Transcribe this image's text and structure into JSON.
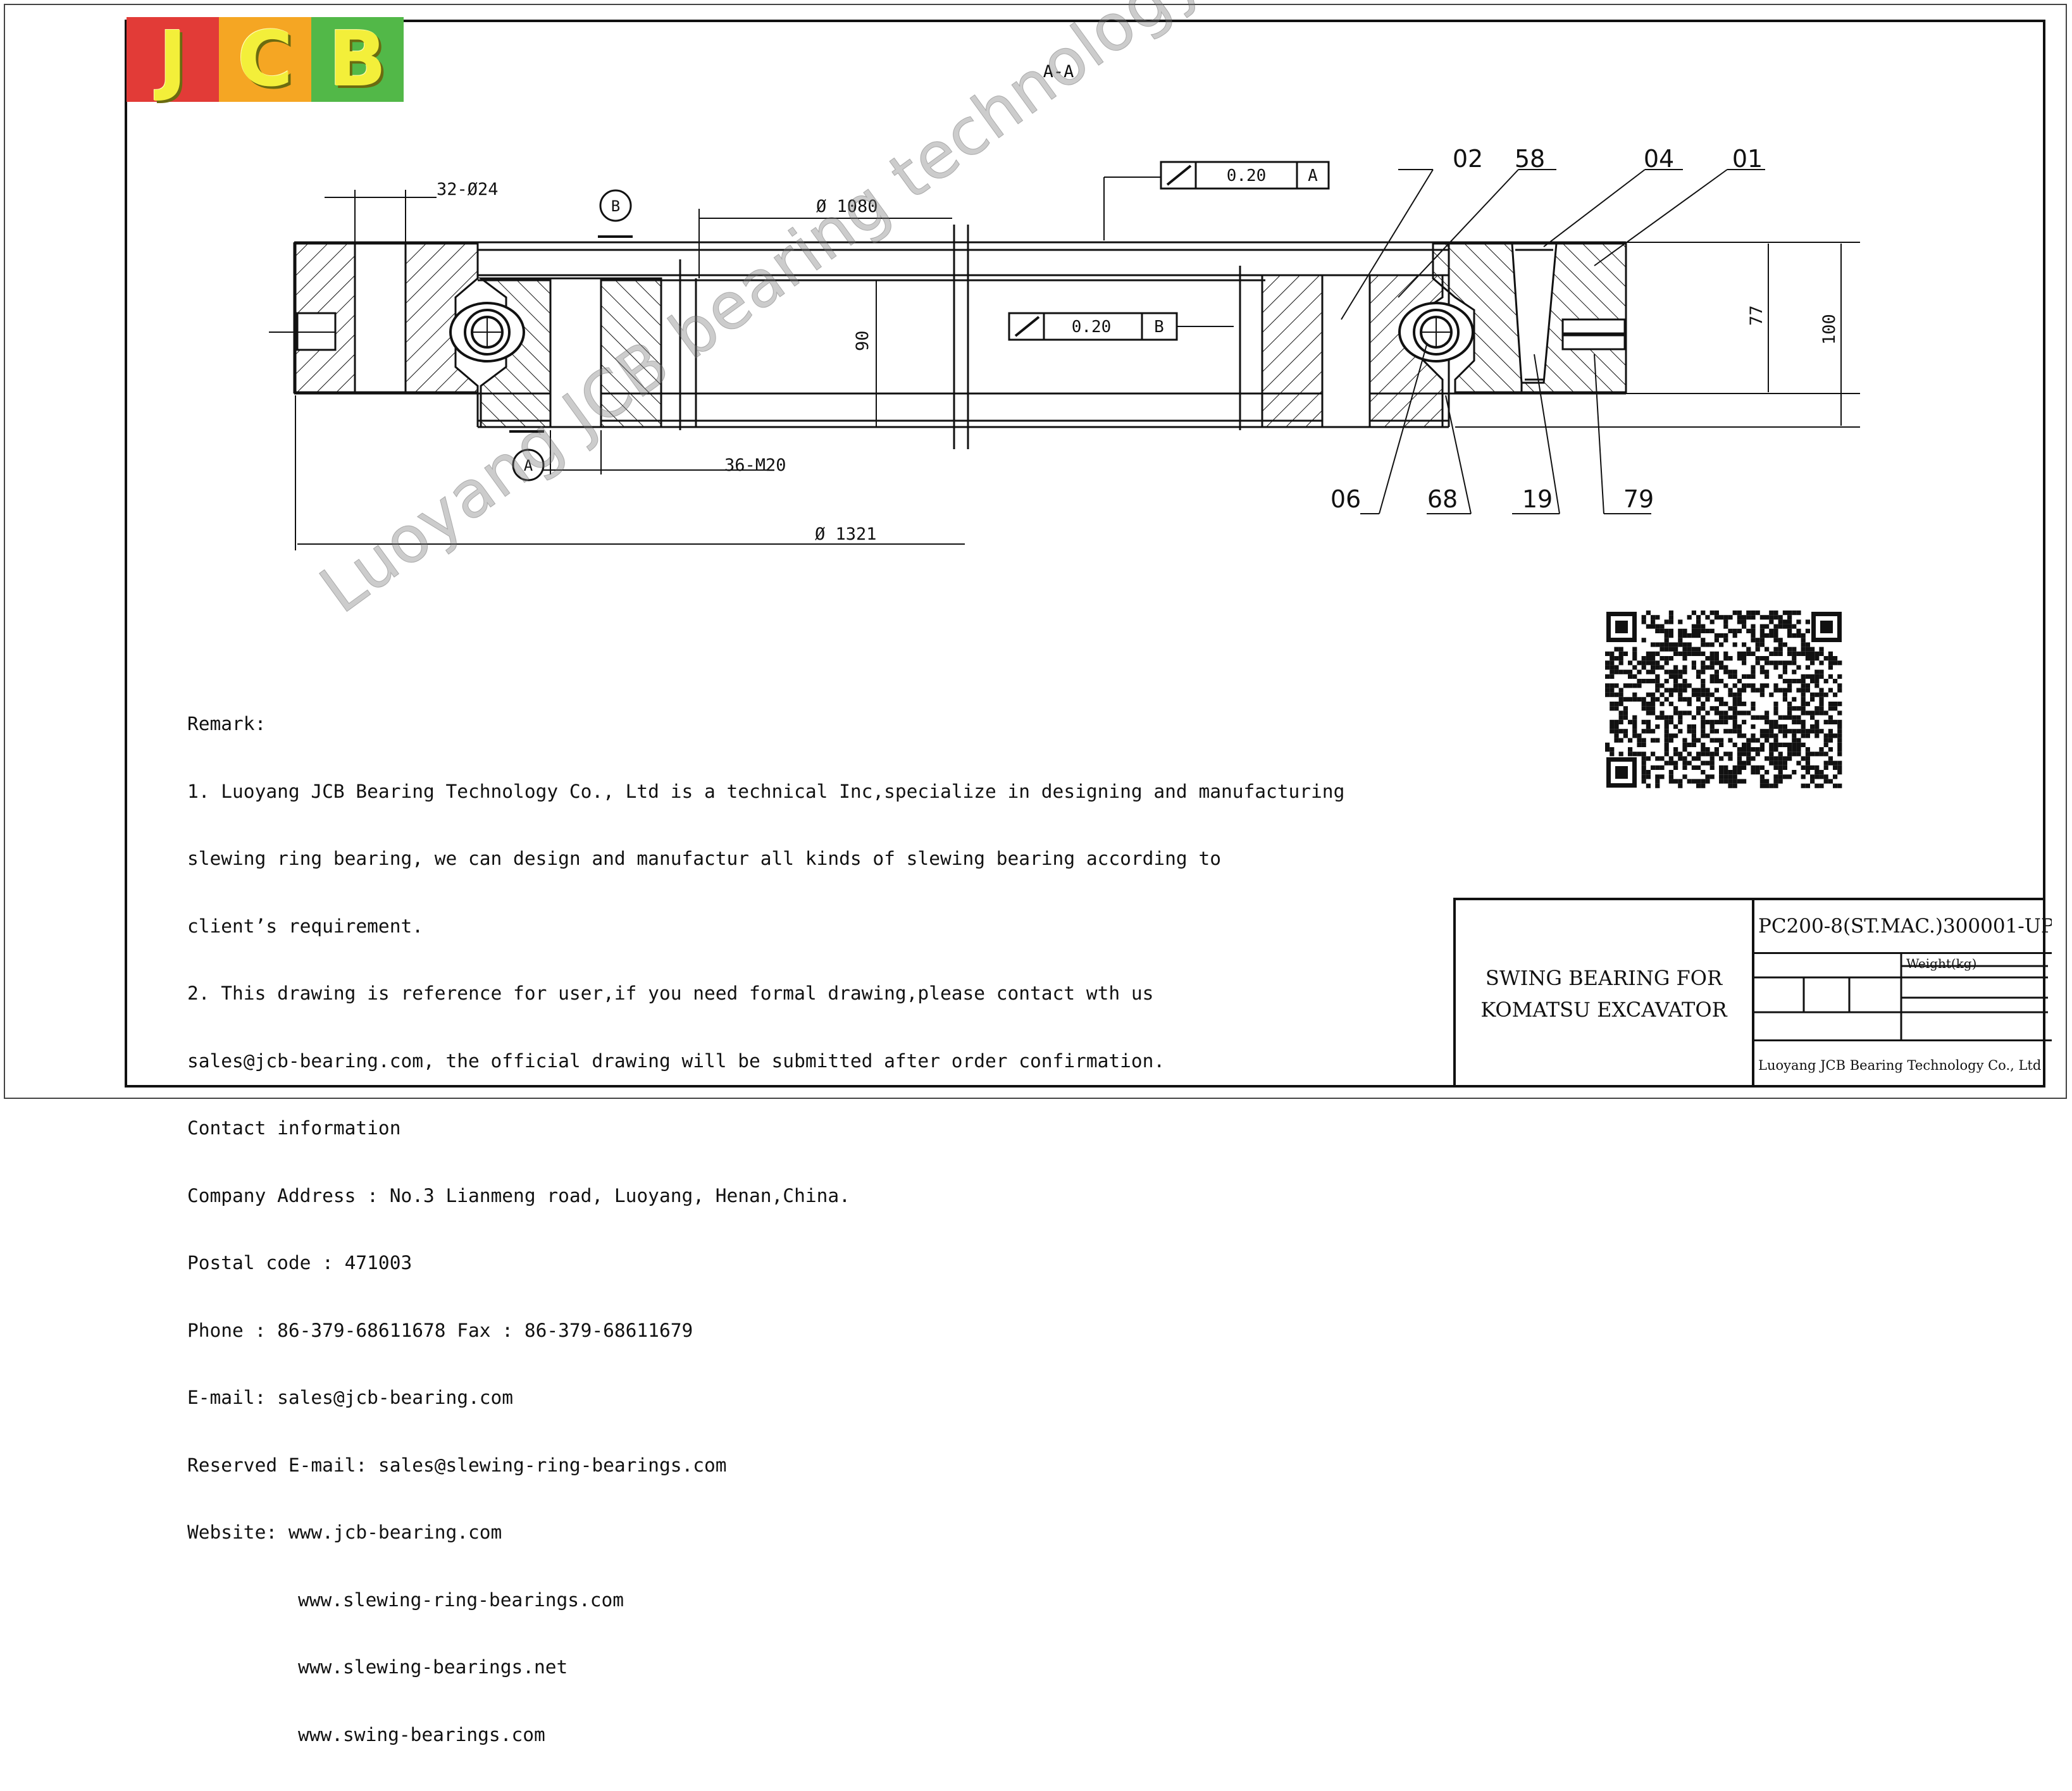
{
  "logo": {
    "letters": [
      "J",
      "C",
      "B"
    ],
    "colors": [
      "#e23b37",
      "#f5a623",
      "#52b848"
    ]
  },
  "drawing": {
    "section_label": "A-A",
    "dimensions": {
      "holes": "32-Ø24",
      "inner_dia": "Ø 1080",
      "outer_dia": "Ø 1321",
      "tapped": "36-M20",
      "height_inner": "90",
      "height_77": "77",
      "height_100": "100"
    },
    "tolerances": [
      {
        "value": "0.20",
        "datum": "A"
      },
      {
        "value": "0.20",
        "datum": "B"
      }
    ],
    "datum_labels": [
      "B",
      "A"
    ],
    "part_refs": [
      "02",
      "58",
      "04",
      "01",
      "06",
      "68",
      "19",
      "79"
    ]
  },
  "remarks": {
    "lines": [
      "Remark:",
      "1. Luoyang JCB Bearing Technology Co., Ltd is a technical Inc,specialize in designing and manufacturing",
      "slewing ring bearing, we can design and manufactur all kinds of slewing bearing according to",
      "client’s requirement.",
      "2. This drawing is reference for user,if you need formal drawing,please contact wth us",
      "sales@jcb-bearing.com, the official drawing will be submitted after order confirmation.",
      "Contact information",
      "Company Address : No.3 Lianmeng road, Luoyang, Henan,China.",
      "Postal code : 471003",
      "Phone : 86-379-68611678 Fax : 86-379-68611679",
      "E-mail: sales@jcb-bearing.com",
      "Reserved E-mail: sales@slewing-ring-bearings.com",
      "Website: www.jcb-bearing.com"
    ],
    "websites_extra": [
      "www.slewing-ring-bearings.com",
      "www.slewing-bearings.net",
      "www.swing-bearings.com"
    ]
  },
  "watermark": "Luoyang JCB bearing technology company limited",
  "title_block": {
    "description_line1": "SWING BEARING FOR",
    "description_line2": "KOMATSU EXCAVATOR",
    "model": "PC200-8(ST.MAC.)300001-UP",
    "weight_label": "Weight(kg)",
    "company": "Luoyang JCB Bearing Technology Co., Ltd"
  }
}
